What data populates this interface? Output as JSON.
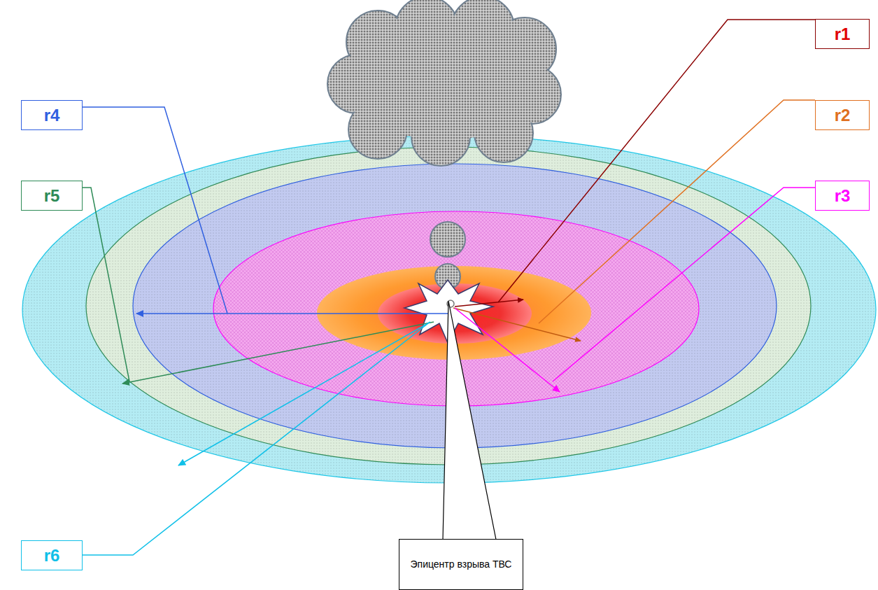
{
  "diagram": {
    "nodes": [
      {
        "text": [
          "r1"
        ]
      },
      {
        "text": [
          "r4"
        ]
      },
      {
        "text": [
          "r2"
        ]
      },
      {
        "text": [
          "r5"
        ]
      },
      {
        "text": [
          "r3"
        ]
      },
      {
        "text": [
          "Эпицентр взрыва ТВС"
        ]
      },
      {
        "text": [
          "r6"
        ]
      }
    ]
  }
}
